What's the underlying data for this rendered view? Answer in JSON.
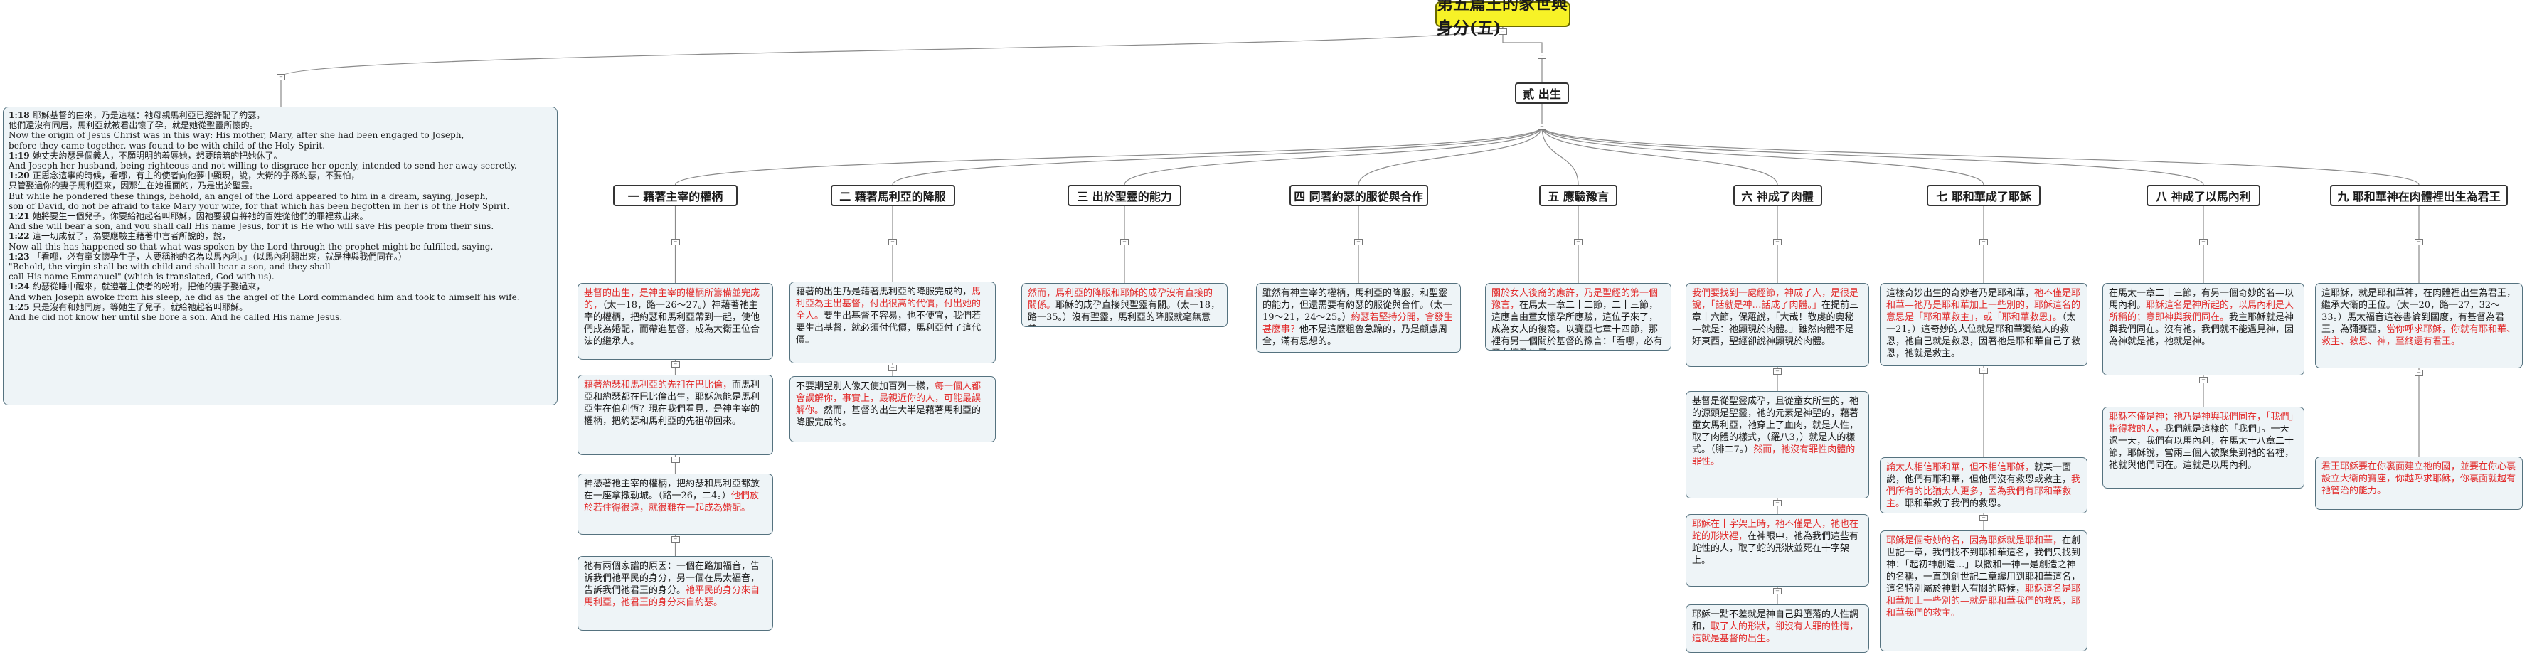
{
  "title": "第五篇王的家世與身分(五)",
  "sub_title": "貳 出生",
  "scripture": [
    {
      "ref": "1:18",
      "text": "耶穌基督的由來，乃是這樣：祂母親馬利亞已經許配了約瑟，"
    },
    {
      "ref": "",
      "text": "他們還沒有同居，馬利亞就被看出懷了孕，就是她從聖靈所懷的。"
    },
    {
      "ref": "",
      "text": "Now the origin of Jesus Christ was in this way: His mother, Mary, after she had been engaged to Joseph,"
    },
    {
      "ref": "",
      "text": "before they came together, was found to be with child of the Holy Spirit."
    },
    {
      "ref": "1:19",
      "text": "她丈夫約瑟是個義人，不願明明的羞辱她，想要暗暗的把她休了。"
    },
    {
      "ref": "",
      "text": "And Joseph her husband, being righteous and not willing to disgrace her openly, intended to send her away secretly."
    },
    {
      "ref": "1:20",
      "text": "正思念這事的時候，看哪，有主的使者向他夢中顯現，說，大衛的子孫約瑟，不要怕，"
    },
    {
      "ref": "",
      "text": "只管娶過你的妻子馬利亞來，因那生在她裡面的，乃是出於聖靈。"
    },
    {
      "ref": "",
      "text": "But while he pondered these things, behold, an angel of the Lord appeared to him in a dream, saying, Joseph,"
    },
    {
      "ref": "",
      "text": "son of David, do not be afraid to take Mary your wife, for that which has been begotten in her is of the Holy Spirit."
    },
    {
      "ref": "1:21",
      "text": "她將要生一個兒子，你要給祂起名叫耶穌，因祂要親自將祂的百姓從他們的罪裡救出來。"
    },
    {
      "ref": "",
      "text": "And she will bear a son, and you shall call His name Jesus, for it is He who will save His people from their sins."
    },
    {
      "ref": "1:22",
      "text": "這一切成就了，為要應驗主藉著申言者所說的，說，"
    },
    {
      "ref": "",
      "text": "Now all this has happened so that what was spoken by the Lord through the prophet might be fulfilled, saying,"
    },
    {
      "ref": "1:23",
      "text": "「看哪，必有童女懷孕生子，人要稱祂的名為以馬內利。」（以馬內利翻出來，就是神與我們同在。）"
    },
    {
      "ref": "",
      "text": "\"Behold, the virgin shall be with child and shall bear a son, and they shall"
    },
    {
      "ref": "",
      "text": "call His name Emmanuel\" (which is translated, God with us)."
    },
    {
      "ref": "1:24",
      "text": "約瑟從睡中醒來，就遵著主使者的吩咐，把他的妻子娶過來，"
    },
    {
      "ref": "",
      "text": "And when Joseph awoke from his sleep, he did as the angel of the Lord commanded him and took to himself his wife."
    },
    {
      "ref": "1:25",
      "text": "只是沒有和她同房，等她生了兒子，就給祂起名叫耶穌。"
    },
    {
      "ref": "",
      "text": "And he did not know her until she bore a son. And he called His name Jesus."
    }
  ],
  "columns": [
    {
      "header": "一 藉著主宰的權柄",
      "cards": [
        [
          {
            "t": "基督的出生，是神主宰的權柄所籌備並完成的，",
            "r": true
          },
          {
            "t": "（太一18，路一26～27。）神藉著祂主宰的權柄，把約瑟和馬利亞帶到一起，使他們成為婚配，而帶進基督，成為大衛王位合法的繼承人。",
            "r": false
          }
        ],
        [
          {
            "t": "藉著約瑟和馬利亞的先祖在巴比倫，",
            "r": true
          },
          {
            "t": "而馬利亞和約瑟都在巴比倫出生，耶穌怎能是馬利亞生在伯利恆？現在我們看見，是神主宰的權柄，把約瑟和馬利亞的先祖帶回來。",
            "r": false
          }
        ],
        [
          {
            "t": "神憑著祂主宰的權柄，把約瑟和馬利亞都放在一座拿撒勒城。（路一26，二4。）",
            "r": false
          },
          {
            "t": "他們放於若住得很遠，就很難在一起成為婚配。",
            "r": true
          }
        ],
        [
          {
            "t": "祂有兩個家譜的原因：一個在路加福音，告訴我們祂平民的身分，另一個在馬太福音，告訴我們祂君王的身分。",
            "r": false
          },
          {
            "t": "祂平民的身分來自馬利亞，祂君王的身分來自約瑟。",
            "r": true
          }
        ]
      ]
    },
    {
      "header": "二 藉著馬利亞的降服",
      "cards": [
        [
          {
            "t": "藉著的出生乃是藉著馬利亞的降服完成的，",
            "r": false
          },
          {
            "t": "馬利亞為主出基督，付出很高的代價，付出她的全人。",
            "r": true
          },
          {
            "t": "要生出基督不容易，也不便宜，我們若要生出基督，就必須付代價，馬利亞付了這代價。",
            "r": false
          }
        ],
        [
          {
            "t": "不要期望別人像天使加百列一樣，",
            "r": false
          },
          {
            "t": "每一個人都會誤解你，事實上，最親近你的人，可能最誤解你。",
            "r": true
          },
          {
            "t": "然而，基督的出生大半是藉著馬利亞的降服完成的。",
            "r": false
          }
        ]
      ]
    },
    {
      "header": "三 出於聖靈的能力",
      "cards": [
        [
          {
            "t": "然而，馬利亞的降服和耶穌的成孕沒有直接的關係。",
            "r": true
          },
          {
            "t": "耶穌的成孕直接與聖靈有關。（太一18，路一35。）沒有聖靈，馬利亞的降服就毫無意義。",
            "r": false
          }
        ]
      ]
    },
    {
      "header": "四 同著約瑟的服從與合作",
      "cards": [
        [
          {
            "t": "雖然有神主宰的權柄，馬利亞的降服，和聖靈的能力，但還需要有約瑟的服從與合作。（太一19～21，24～25。）",
            "r": false
          },
          {
            "t": "約瑟若堅持分開，會發生甚麼事？",
            "r": true
          },
          {
            "t": "他不是這麼粗魯急躁的，乃是顧慮周全，滿有思想的。",
            "r": false
          }
        ]
      ]
    },
    {
      "header": "五 應驗豫言",
      "cards": [
        [
          {
            "t": "關於女人後裔的應許，乃是聖經的第一個豫言，",
            "r": true
          },
          {
            "t": "在馬太一章二十二節，二十三節，這應言由童女懷孕所應驗，這位子來了，成為女人的後裔。以賽亞七章十四節，那裡有另一個關於基督的豫言：「看哪，必有童女懷孕生子。」",
            "r": false
          }
        ]
      ]
    },
    {
      "header": "六 神成了肉體",
      "cards": [
        [
          {
            "t": "我們要找到一處經節，神成了人，是很是說，「話就是神…話成了肉體。」",
            "r": true
          },
          {
            "t": "在提前三章十六節，保羅說，「大哉！敬虔的奧秘—就是：祂顯現於肉體。」雖然肉體不是好東西，聖經卻說神顯現於肉體。",
            "r": false
          }
        ],
        [
          {
            "t": "基督是從聖靈成孕，且從童女所生的，祂的源頭是聖靈，祂的元素是神聖的，藉著童女馬利亞，祂穿上了血肉，就是人性，取了肉體的樣式，（羅八3，）就是人的樣式。（腓二7。）",
            "r": false
          },
          {
            "t": "然而，祂沒有罪性肉體的罪性。",
            "r": true
          }
        ],
        [
          {
            "t": "耶穌在十字架上時，祂不僅是人，祂也在蛇的形狀裡，",
            "r": true
          },
          {
            "t": "在神眼中，祂為我們這些有蛇性的人，取了蛇的形狀並死在十字架上。",
            "r": false
          }
        ],
        [
          {
            "t": "耶穌一點不差就是神自己與墮落的人性調和，",
            "r": false
          },
          {
            "t": "取了人的形狀，卻沒有人罪的性情，這就是基督的出生。",
            "r": true
          }
        ]
      ]
    },
    {
      "header": "七 耶和華成了耶穌",
      "cards": [
        [
          {
            "t": "這樣奇妙出生的奇妙者乃是耶和華，",
            "r": false
          },
          {
            "t": "祂不僅是耶和華—祂乃是耶和華加上一些別的，耶穌這名的意思是「耶和華救主」，或「耶和華救恩」。",
            "r": true
          },
          {
            "t": "（太一21。）這奇妙的人位就是耶和華獨給人的救恩，祂自己就是救恩，因著祂是耶和華自己了救恩，祂就是救主。",
            "r": false
          }
        ],
        [
          {
            "t": "論太人相信耶和華，但不相信耶穌，",
            "r": true
          },
          {
            "t": "就某一面說，他們有耶和華，但他們沒有救恩或救主，",
            "r": false
          },
          {
            "t": "我們所有的比猶太人更多，因為我們有耶和華救主。",
            "r": true
          },
          {
            "t": "耶和華救了我們的救恩。",
            "r": false
          }
        ],
        [
          {
            "t": "耶穌是個奇妙的名，因為耶穌就是耶和華，",
            "r": true
          },
          {
            "t": "在創世記一章，我們找不到耶和華這名，我們只找到神：「起初神創造…」以撒和一神一是創造之神的名稱，一直到創世記二章纔用到耶和華這名，這名特別屬於神對人有關的時候，",
            "r": false
          },
          {
            "t": "耶穌這名是耶和華加上一些別的—就是耶和華我們的救恩，耶和華我們的救主。",
            "r": true
          }
        ]
      ]
    },
    {
      "header": "八 神成了以馬內利",
      "cards": [
        [
          {
            "t": "在馬太一章二十三節，有另一個奇妙的名—以馬內利。",
            "r": false
          },
          {
            "t": "耶穌這名是神所起的，以馬內利是人所稱的；意即神與我們同在。",
            "r": true
          },
          {
            "t": "我主耶穌就是神與我們同在。沒有祂，我們就不能遇見神，因為神就是祂，祂就是神。",
            "r": false
          }
        ],
        [
          {
            "t": "耶穌不僅是神；祂乃是神與我們同在，「我們」指得救的人，",
            "r": true
          },
          {
            "t": "我們就是這樣的「我們」。一天過一天，我們有以馬內利，在馬太十八章二十節，耶穌說，當兩三個人被聚集到祂的名裡，祂就與他們同在。這就是以馬內利。",
            "r": false
          }
        ]
      ]
    },
    {
      "header": "九 耶和華神在肉體裡出生為君王",
      "cards": [
        [
          {
            "t": "這耶穌，就是耶和華神，在肉體裡出生為君王，繼承大衛的王位。（太一20，路一27，32～33。）馬太福音這卷書論到國度，有基督為君王，為彌賽亞，",
            "r": false
          },
          {
            "t": "當你呼求耶穌，你就有耶和華、救主、救恩、神，至終還有君王。",
            "r": true
          }
        ],
        [
          {
            "t": "君王耶穌要在你裏面建立祂的國，並要在你心裏設立大衛的寶座，你越呼求耶穌，你裏面就越有祂管治的能力。",
            "r": true
          }
        ]
      ]
    }
  ]
}
